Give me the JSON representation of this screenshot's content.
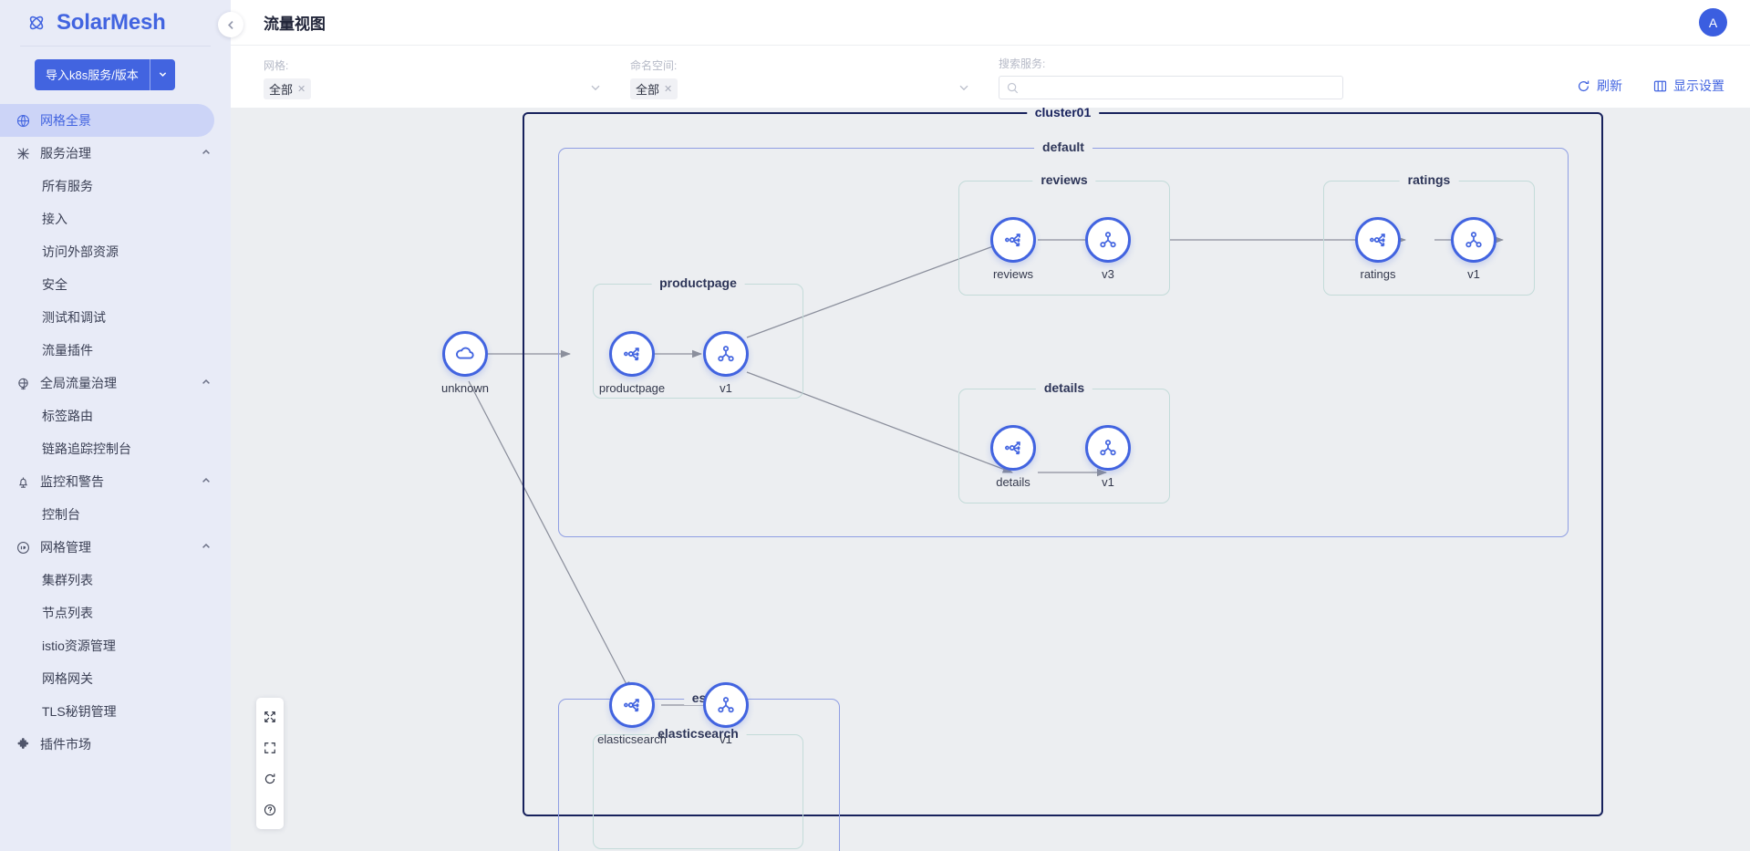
{
  "brand": {
    "name": "SolarMesh",
    "logo_icon": "atom-logo-icon"
  },
  "import_button": {
    "label": "导入k8s服务/版本",
    "caret_icon": "chevron-down-icon"
  },
  "sidebar": {
    "items": [
      {
        "label": "网格全景",
        "icon": "globe-icon",
        "type": "single",
        "active": true
      },
      {
        "label": "服务治理",
        "icon": "share-nodes-icon",
        "type": "group",
        "expanded": true
      },
      {
        "label": "所有服务",
        "type": "leaf"
      },
      {
        "label": "接入",
        "type": "leaf"
      },
      {
        "label": "访问外部资源",
        "type": "leaf"
      },
      {
        "label": "安全",
        "type": "leaf"
      },
      {
        "label": "测试和调试",
        "type": "leaf"
      },
      {
        "label": "流量插件",
        "type": "leaf"
      },
      {
        "label": "全局流量治理",
        "icon": "traffic-globe-icon",
        "type": "group",
        "expanded": true
      },
      {
        "label": "标签路由",
        "type": "leaf"
      },
      {
        "label": "链路追踪控制台",
        "type": "leaf"
      },
      {
        "label": "监控和警告",
        "icon": "bell-monitor-icon",
        "type": "group",
        "expanded": true
      },
      {
        "label": "控制台",
        "type": "leaf"
      },
      {
        "label": "网格管理",
        "icon": "mesh-gear-icon",
        "type": "group",
        "expanded": true
      },
      {
        "label": "集群列表",
        "type": "leaf"
      },
      {
        "label": "节点列表",
        "type": "leaf"
      },
      {
        "label": "istio资源管理",
        "type": "leaf"
      },
      {
        "label": "网格网关",
        "type": "leaf"
      },
      {
        "label": "TLS秘钥管理",
        "type": "leaf"
      },
      {
        "label": "插件市场",
        "icon": "puzzle-icon",
        "type": "single"
      }
    ]
  },
  "header": {
    "title": "流量视图",
    "avatar_initial": "A",
    "collapse_icon": "chevron-left-icon"
  },
  "filters": {
    "mesh": {
      "label": "网格:",
      "value": "全部",
      "remove_icon": "close-icon",
      "caret_icon": "chevron-down-icon"
    },
    "namespace": {
      "label": "命名空间:",
      "value": "全部",
      "remove_icon": "close-icon",
      "caret_icon": "chevron-down-icon"
    },
    "search": {
      "label": "搜索服务:",
      "value": "",
      "placeholder": "",
      "icon": "search-icon"
    }
  },
  "actions": [
    {
      "label": "刷新",
      "icon": "refresh-icon"
    },
    {
      "label": "显示设置",
      "icon": "display-settings-icon"
    }
  ],
  "canvas_toolbar": [
    {
      "icon": "fit-view-icon"
    },
    {
      "icon": "fullscreen-icon"
    },
    {
      "icon": "reload-icon"
    },
    {
      "icon": "help-circle-icon"
    }
  ],
  "graph": {
    "colors": {
      "cluster_border": "#17215c",
      "namespace_border": "#8f9ee3",
      "service_border": "#c3dbd9",
      "node_accent": "#4264e0",
      "edge": "#8b8f9c",
      "canvas_bg": "#eceef1"
    },
    "groups": [
      {
        "id": "cluster01",
        "label": "cluster01",
        "kind": "cluster"
      },
      {
        "id": "default",
        "label": "default",
        "kind": "namespace"
      },
      {
        "id": "es",
        "label": "es",
        "kind": "namespace"
      },
      {
        "id": "g-productpage",
        "label": "productpage",
        "kind": "service"
      },
      {
        "id": "g-reviews",
        "label": "reviews",
        "kind": "service"
      },
      {
        "id": "g-ratings",
        "label": "ratings",
        "kind": "service"
      },
      {
        "id": "g-details",
        "label": "details",
        "kind": "service"
      },
      {
        "id": "g-elasticsearch",
        "label": "elasticsearch",
        "kind": "service"
      }
    ],
    "nodes": [
      {
        "id": "unknown",
        "label": "unknown",
        "icon": "cloud-icon"
      },
      {
        "id": "productpage",
        "label": "productpage",
        "icon": "service-router-icon"
      },
      {
        "id": "productpage-v1",
        "label": "v1",
        "icon": "workload-icon"
      },
      {
        "id": "reviews",
        "label": "reviews",
        "icon": "service-router-icon"
      },
      {
        "id": "reviews-v3",
        "label": "v3",
        "icon": "workload-icon"
      },
      {
        "id": "ratings",
        "label": "ratings",
        "icon": "service-router-icon"
      },
      {
        "id": "ratings-v1",
        "label": "v1",
        "icon": "workload-icon"
      },
      {
        "id": "details",
        "label": "details",
        "icon": "service-router-icon"
      },
      {
        "id": "details-v1",
        "label": "v1",
        "icon": "workload-icon"
      },
      {
        "id": "elasticsearch",
        "label": "elasticsearch",
        "icon": "service-router-icon"
      },
      {
        "id": "elasticsearch-v1",
        "label": "v1",
        "icon": "workload-icon"
      }
    ],
    "edges": [
      {
        "from": "unknown",
        "to": "productpage"
      },
      {
        "from": "productpage",
        "to": "productpage-v1"
      },
      {
        "from": "productpage-v1",
        "to": "reviews"
      },
      {
        "from": "productpage-v1",
        "to": "details"
      },
      {
        "from": "reviews",
        "to": "reviews-v3"
      },
      {
        "from": "reviews-v3",
        "to": "ratings"
      },
      {
        "from": "ratings",
        "to": "ratings-v1"
      },
      {
        "from": "details",
        "to": "details-v1"
      },
      {
        "from": "unknown",
        "to": "elasticsearch"
      },
      {
        "from": "elasticsearch",
        "to": "elasticsearch-v1"
      }
    ]
  }
}
